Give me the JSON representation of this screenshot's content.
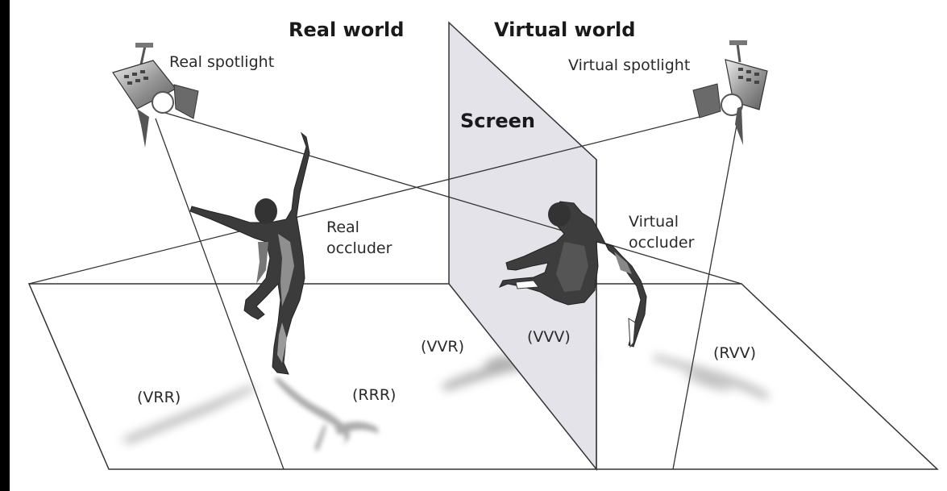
{
  "labels": {
    "real_world": "Real world",
    "virtual_world": "Virtual world",
    "screen": "Screen",
    "real_spotlight": "Real spotlight",
    "virtual_spotlight": "Virtual spotlight",
    "real_occluder": [
      "Real",
      "occluder"
    ],
    "virtual_occluder": [
      "Virtual",
      "occluder"
    ]
  },
  "regions": {
    "vrr": "(VRR)",
    "rrr": "(RRR)",
    "vvr": "(VVR)",
    "vvv": "(VVV)",
    "rvv": "(RVV)"
  },
  "colors": {
    "background": "#ffffff",
    "frame": "#000000",
    "line": "#333333",
    "screen_fill": "#e4e4ea",
    "figure_dark": "#3a3a3a",
    "figure_light": "#8a8a8a",
    "shadow": "#9a9a9a"
  },
  "icons": [
    "spotlight-icon",
    "dancer-figure"
  ]
}
